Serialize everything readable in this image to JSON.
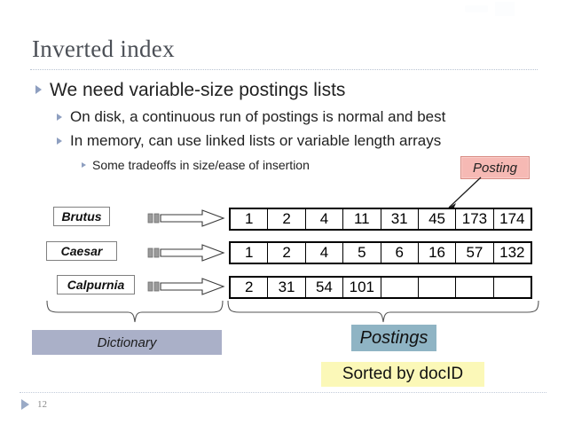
{
  "slide": {
    "title": "Inverted index",
    "page_number": "12"
  },
  "bullets": [
    {
      "level": 1,
      "text": "We need variable-size postings lists"
    },
    {
      "level": 2,
      "text": "On disk, a continuous run of postings is normal and best"
    },
    {
      "level": 2,
      "text": "In memory, can use linked lists or variable length arrays"
    },
    {
      "level": 3,
      "text": "Some tradeoffs in size/ease of insertion"
    }
  ],
  "callout": {
    "posting_label": "Posting"
  },
  "dictionary": {
    "terms": [
      "Brutus",
      "Caesar",
      "Calpurnia"
    ],
    "label": "Dictionary"
  },
  "postings": {
    "label": "Postings",
    "sorted_note": "Sorted by docID",
    "rows": [
      {
        "term": "Brutus",
        "docids": [
          "1",
          "2",
          "4",
          "11",
          "31",
          "45",
          "173",
          "174"
        ]
      },
      {
        "term": "Caesar",
        "docids": [
          "1",
          "2",
          "4",
          "5",
          "6",
          "16",
          "57",
          "132"
        ]
      },
      {
        "term": "Calpurnia",
        "docids": [
          "2",
          "31",
          "54",
          "101",
          "",
          "",
          "",
          ""
        ]
      }
    ]
  },
  "colors": {
    "title": "#4b4f56",
    "bullet_marker": "#8e9fc0",
    "posting_callout_bg": "#f6b9b4",
    "posting_callout_border": "#d98d86",
    "dictionary_label_bg": "#aab0c8",
    "postings_label_bg": "#8fb4c4",
    "sorted_note_bg": "#fbf8b8",
    "table_border": "#000000",
    "rule": "#b9c3d2"
  }
}
